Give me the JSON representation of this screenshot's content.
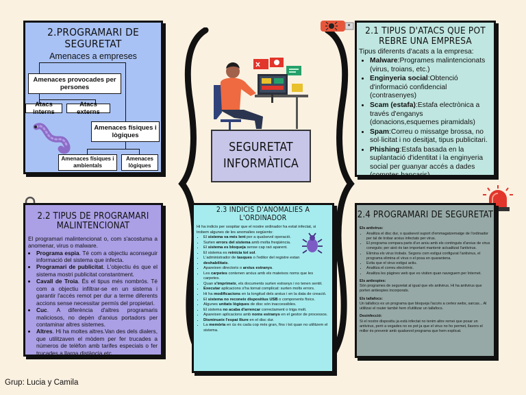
{
  "center": {
    "line1": "Seguretat",
    "line2": "informàtica"
  },
  "card1": {
    "title": "2.Programari de seguretat",
    "subtitle": "Amenaces a empreses",
    "nodes": {
      "provocades": "Amenaces provocades per persones",
      "interns": "Atacs interns",
      "externs": "Atacs externs",
      "fisiques": "Amenaces físiques i lògiques",
      "ambientals": "Amenaces físiques i ambientals",
      "logiques": "Amenaces lògiques"
    }
  },
  "card21": {
    "title": "2.1 Tipus d'atacs que pot rebre una empresa",
    "intro": "Tipus diferents d'acats a la empresa:",
    "items": [
      {
        "term": "Malware",
        "text": ":Programes malintencionats (virus, troians, etc.)"
      },
      {
        "term": "Enginyeria social",
        "text": ":Obtenció d'informació confidencial (contrasenyes)"
      },
      {
        "term": "Scam (estafa)",
        "text": ":Estafa electrònica a través d'enganys (donacions,esquemes piramidals)"
      },
      {
        "term": "Spam",
        "text": ":Correu o missatge brossa, no sol·licitat i no desitjat, tipus publicitari."
      },
      {
        "term": "Phishing",
        "text": ":Estafa basada en la suplantació d'identitat i la enginyeria social per guanyar accés a dades (comptes bancaris)"
      }
    ]
  },
  "card22": {
    "title": "2.2 Tipus de programari malintencionat",
    "intro": "El programari malintencionat o, com s'acostuma a anomenar, virus o malware.",
    "items": [
      {
        "term": "Programa espia",
        "text": ". Té com a objectiu aconseguir informació del sistema que infecta."
      },
      {
        "term": "Programari de publicitat",
        "text": ". L'objectiu és que el sistema mostri publicitat constantment."
      },
      {
        "term": "Cavall de Troia",
        "text": ". És el tipus més nombrós. Té com a objectiu infiltrar-se en un sistema i garantir l'accés remot per dur a terme diferents accions sense necessitar permís del propietari."
      },
      {
        "term": "Cuc",
        "text": ". A diferència d'altres programaris maliciosos, no depèn d'arxius portadors per contaminar altres sistemes."
      },
      {
        "term": "Altres",
        "text": ". Hi ha moltes altres.Van des dels dialers, que utilitzaven el mòdem per fer trucades a números de telèfon amb tarifes especials o fer trucades a llarga distància,etc."
      }
    ]
  },
  "card23": {
    "title": "2.3 Indicis d'anomalies a l'ordinador",
    "intro": "Hi ha indicis per sospitar que el nostre ordinador ha estat infectat, si trobem algunes de les anomalies següents:",
    "items": [
      {
        "pre": "El ",
        "term": "sistema va més lent",
        "text": " per a qualsevol operació."
      },
      {
        "pre": "Surten ",
        "term": "errors del sistema",
        "text": " amb molta freqüència."
      },
      {
        "pre": "El ",
        "term": "sistema es bloqueja",
        "text": " sense cap raó aparent."
      },
      {
        "pre": "El sistema es ",
        "term": "reinicia tot sol",
        "text": "."
      },
      {
        "pre": "L'administrador de ",
        "term": "tasques",
        "text": " o l'editor del registre estan"
      },
      {
        "pre": "",
        "term": "deshabilitats",
        "text": "."
      },
      {
        "pre": "Apareixen directoris o ",
        "term": "arxius estranys",
        "text": "."
      },
      {
        "pre": "Les ",
        "term": "carpetes",
        "text": " contenen arxius amb els mateixos noms que les carpetes."
      },
      {
        "pre": "Quan ",
        "term": "s'imprimeix",
        "text": ", els documents surten estranys i no tenen sentit."
      },
      {
        "pre": "",
        "term": "Executar",
        "text": " aplicacions s'ha tornat complicat: surten molts errors."
      },
      {
        "pre": "Hi ha ",
        "term": "modificacions",
        "text": " en la longitud dels arxius i en la data de creació."
      },
      {
        "pre": "El ",
        "term": "sistema no reconeix dispositius USB",
        "text": " o components físics."
      },
      {
        "pre": "Algunes ",
        "term": "unitats lògiques",
        "text": " de disc són inaccessibles."
      },
      {
        "pre": "El sistema ",
        "term": "no acaba d'arrencar",
        "text": " correctament o triga molt."
      },
      {
        "pre": "Apareixen aplicacions amb ",
        "term": "noms estranys",
        "text": " en el gestor de processos."
      },
      {
        "pre": "",
        "term": "Disminueix l'espai lliure",
        "text": " en el disc dur."
      },
      {
        "pre": "La ",
        "term": "memòria",
        "text": " en ús és cada cop més gran, fins i tot quan no utilitzem el sistema."
      }
    ]
  },
  "card24": {
    "title": "2.4 Programari de seguretat",
    "sections": [
      {
        "heading": "Els antivirus:",
        "items": [
          "Analitza el disc dur, o qualsevol suport d'emmagatzematge de l'ordinador per tal de trobar arxius infectats per virus.",
          "El programa compara parts d'un arxiu amb els continguts d'arxius de virus coneguts; per això és tan important mantenir actualitzat l'antivirus.",
          "Elimina els virus trobats. Segons com estigui configurat l'antivirus, el programa elimina el virus o el posa en quarantena.",
          "Evita que el virus estigui actiu.",
          "Analitza el correu electrònic.",
          "Analitza les pàgines web que es visiten quan naveguem per Internet."
        ]
      },
      {
        "heading": "Els antiespies:",
        "text": "Són programes de seguretat al igual que els antivirus. Hi ha antivirus que porten antiespies incorporats."
      },
      {
        "heading": "Els tallafocs:",
        "text": "Un tallafocs es un programa que bloqueja l'accés a certes webs, sarcas... Al utilitzar el router també hem d'utilitzar un tallafocs."
      },
      {
        "heading": "Desinfecció:",
        "text": "Si el nostre dispositiu ja està infectat no tenim altre remei que posar un antivirus, però a vegades no es pot ja que el virus no ho permet, llavors el millor és prevenir amb qualsevol programa que hem explicat."
      }
    ]
  },
  "footer": "Grup: Lucia y Camila",
  "colors": {
    "background": "#fbf1e1",
    "card1": "#a9c2f5",
    "card21": "#bfe6e0",
    "card22": "#ab9fe5",
    "card23": "#a6ecee",
    "card24": "#96a9a6",
    "center": "#c7c6e9"
  },
  "icons": [
    "worm-icon",
    "person-at-computer-icon",
    "usb-drive-icon",
    "padlock-icon",
    "siren-icon",
    "bug-icon",
    "curly-brace-icon"
  ]
}
